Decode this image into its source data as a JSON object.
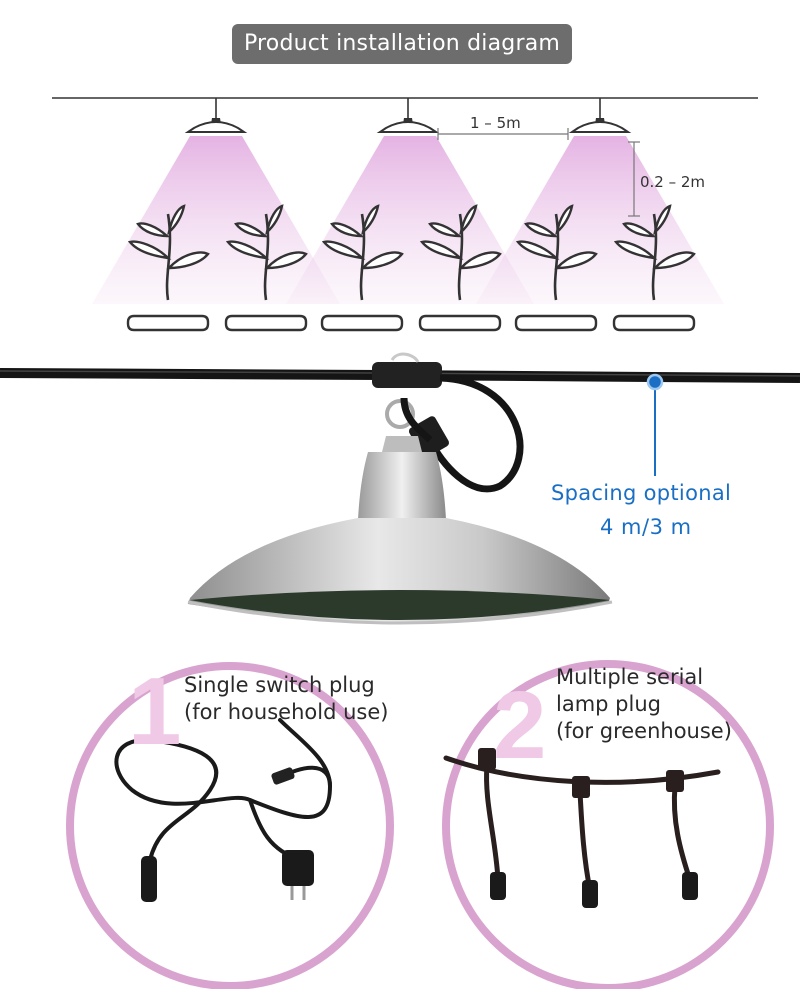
{
  "title": "Product installation diagram",
  "dimensions": {
    "horizontal": "1 – 5m",
    "vertical": "0.2 – 2m"
  },
  "spacing": {
    "line1": "Spacing optional",
    "line2": "4 m/3 m"
  },
  "options": [
    {
      "number": "1",
      "lines": [
        "Single switch plug",
        "(for household use)"
      ]
    },
    {
      "number": "2",
      "lines": [
        "Multiple serial",
        "lamp plug",
        "(for greenhouse)"
      ]
    }
  ],
  "colors": {
    "accent_pink": "#d9a3cf",
    "blue": "#1a6fc4",
    "title_bg": "#6d6d6d"
  }
}
